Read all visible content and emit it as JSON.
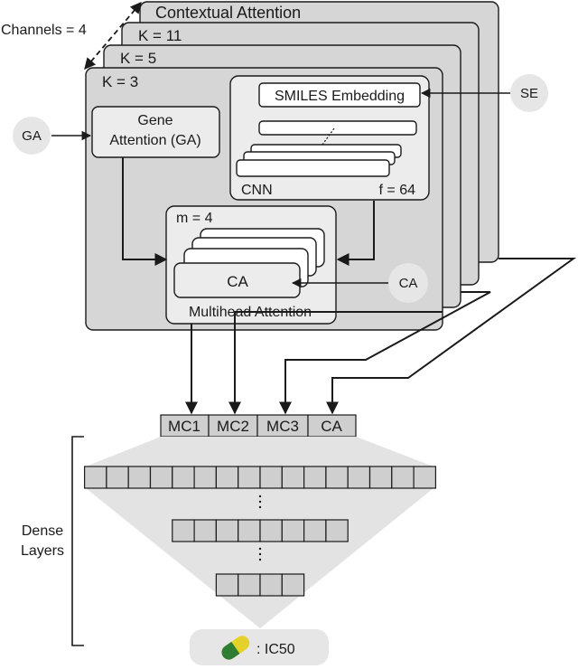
{
  "diagram": {
    "channels_label": "Channels = 4",
    "contextual_attention_label": "Contextual Attention",
    "kernel_labels": [
      "K = 11",
      "K = 5",
      "K = 3"
    ],
    "gene_attention_label_line1": "Gene",
    "gene_attention_label_line2": "Attention (GA)",
    "smiles_embedding_label": "SMILES Embedding",
    "cnn_label": "CNN",
    "filters_label": "f = 64",
    "heads_label": "m = 4",
    "ca_label": "CA",
    "multihead_label": "Multihead Attention",
    "inputs": {
      "ga": "GA",
      "se": "SE",
      "ca": "CA"
    },
    "concat_cells": [
      "MC1",
      "MC2",
      "MC3",
      "CA"
    ],
    "dense_label_line1": "Dense",
    "dense_label_line2": "Layers",
    "dense_layer_units": [
      16,
      8,
      4
    ],
    "output_label": ": IC50",
    "colors": {
      "panel": "#d6d6d6",
      "box": "#ececec",
      "pill_green": "#2e7d32",
      "pill_yellow": "#e4d22a"
    }
  }
}
